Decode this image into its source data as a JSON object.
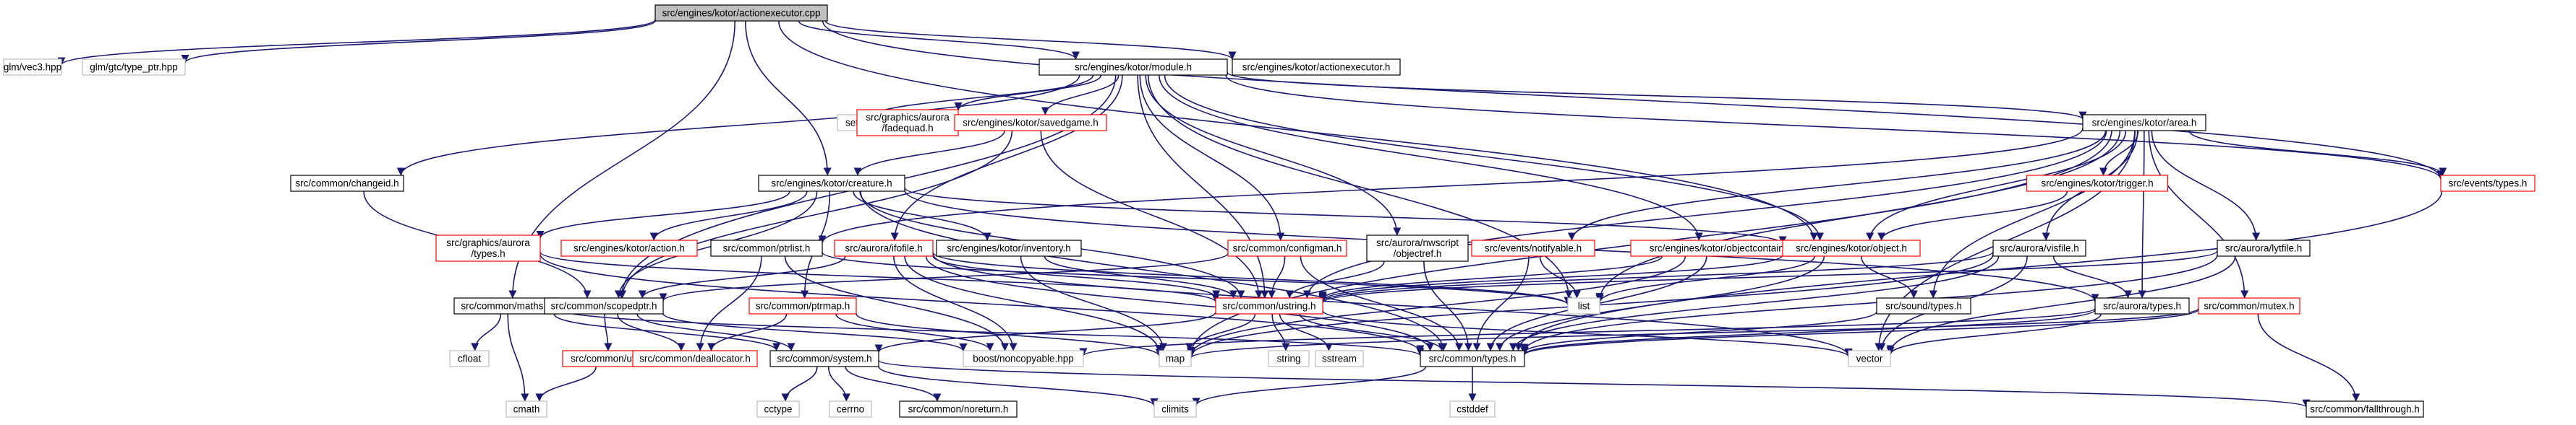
{
  "colors": {
    "edge": "#191970",
    "root_fill": "#bfbfbf",
    "root_stroke": "#000000",
    "documented_stroke": "#000000",
    "undocumented_stroke": "#ff0000",
    "external_stroke": "#bfbfbf",
    "node_fill": "#ffffff"
  },
  "nodes": [
    {
      "id": "root",
      "lines": [
        "src/engines/kotor/actionexecutor.cpp"
      ],
      "style": "root"
    },
    {
      "id": "glm_vec3",
      "lines": [
        "glm/vec3.hpp"
      ],
      "style": "external"
    },
    {
      "id": "glm_type_ptr",
      "lines": [
        "glm/gtc/type_ptr.hpp"
      ],
      "style": "external"
    },
    {
      "id": "module_h",
      "lines": [
        "src/engines/kotor/module.h"
      ],
      "style": "documented"
    },
    {
      "id": "actionexecutor_h",
      "lines": [
        "src/engines/kotor/actionexecutor.h"
      ],
      "style": "documented"
    },
    {
      "id": "set",
      "lines": [
        "set"
      ],
      "style": "external"
    },
    {
      "id": "fadequad_h",
      "lines": [
        "src/graphics/aurora",
        "/fadequad.h"
      ],
      "style": "undocumented"
    },
    {
      "id": "savedgame_h",
      "lines": [
        "src/engines/kotor/savedgame.h"
      ],
      "style": "undocumented"
    },
    {
      "id": "area_h",
      "lines": [
        "src/engines/kotor/area.h"
      ],
      "style": "documented"
    },
    {
      "id": "changeid_h",
      "lines": [
        "src/common/changeid.h"
      ],
      "style": "documented"
    },
    {
      "id": "creature_h",
      "lines": [
        "src/engines/kotor/creature.h"
      ],
      "style": "documented"
    },
    {
      "id": "trigger_h",
      "lines": [
        "src/engines/kotor/trigger.h"
      ],
      "style": "undocumented"
    },
    {
      "id": "events_types_h",
      "lines": [
        "src/events/types.h"
      ],
      "style": "undocumented"
    },
    {
      "id": "aurora_types_h_gfx",
      "lines": [
        "src/graphics/aurora",
        "/types.h"
      ],
      "style": "undocumented"
    },
    {
      "id": "action_h",
      "lines": [
        "src/engines/kotor/action.h"
      ],
      "style": "undocumented"
    },
    {
      "id": "ptrlist_h",
      "lines": [
        "src/common/ptrlist.h"
      ],
      "style": "documented"
    },
    {
      "id": "ifofile_h",
      "lines": [
        "src/aurora/ifofile.h"
      ],
      "style": "undocumented"
    },
    {
      "id": "inventory_h",
      "lines": [
        "src/engines/kotor/inventory.h"
      ],
      "style": "documented"
    },
    {
      "id": "configman_h",
      "lines": [
        "src/common/configman.h"
      ],
      "style": "undocumented"
    },
    {
      "id": "objectref_h",
      "lines": [
        "src/aurora/nwscript",
        "/objectref.h"
      ],
      "style": "documented"
    },
    {
      "id": "notifyable_h",
      "lines": [
        "src/events/notifyable.h"
      ],
      "style": "undocumented"
    },
    {
      "id": "objectcontainer_h",
      "lines": [
        "src/engines/kotor/objectcontainer.h"
      ],
      "style": "undocumented"
    },
    {
      "id": "object_h",
      "lines": [
        "src/engines/kotor/object.h"
      ],
      "style": "undocumented"
    },
    {
      "id": "visfile_h",
      "lines": [
        "src/aurora/visfile.h"
      ],
      "style": "documented"
    },
    {
      "id": "lytfile_h",
      "lines": [
        "src/aurora/lytfile.h"
      ],
      "style": "documented"
    },
    {
      "id": "maths_h",
      "lines": [
        "src/common/maths.h"
      ],
      "style": "documented"
    },
    {
      "id": "scopedptr_h",
      "lines": [
        "src/common/scopedptr.h"
      ],
      "style": "documented"
    },
    {
      "id": "ptrmap_h",
      "lines": [
        "src/common/ptrmap.h"
      ],
      "style": "undocumented"
    },
    {
      "id": "ustring_h",
      "lines": [
        "src/common/ustring.h"
      ],
      "style": "undocumented"
    },
    {
      "id": "list",
      "lines": [
        "list"
      ],
      "style": "external"
    },
    {
      "id": "sound_types_h",
      "lines": [
        "src/sound/types.h"
      ],
      "style": "documented"
    },
    {
      "id": "aurora_types_h",
      "lines": [
        "src/aurora/types.h"
      ],
      "style": "documented"
    },
    {
      "id": "mutex_h",
      "lines": [
        "src/common/mutex.h"
      ],
      "style": "undocumented"
    },
    {
      "id": "cfloat",
      "lines": [
        "cfloat"
      ],
      "style": "external"
    },
    {
      "id": "util_h",
      "lines": [
        "src/common/util.h"
      ],
      "style": "undocumented"
    },
    {
      "id": "deallocator_h",
      "lines": [
        "src/common/deallocator.h"
      ],
      "style": "undocumented"
    },
    {
      "id": "system_h",
      "lines": [
        "src/common/system.h"
      ],
      "style": "documented"
    },
    {
      "id": "noncopyable",
      "lines": [
        "boost/noncopyable.hpp"
      ],
      "style": "external"
    },
    {
      "id": "map",
      "lines": [
        "map"
      ],
      "style": "external"
    },
    {
      "id": "string",
      "lines": [
        "string"
      ],
      "style": "external"
    },
    {
      "id": "sstream",
      "lines": [
        "sstream"
      ],
      "style": "external"
    },
    {
      "id": "common_types_h",
      "lines": [
        "src/common/types.h"
      ],
      "style": "documented"
    },
    {
      "id": "vector",
      "lines": [
        "vector"
      ],
      "style": "external"
    },
    {
      "id": "cmath",
      "lines": [
        "cmath"
      ],
      "style": "external"
    },
    {
      "id": "cctype",
      "lines": [
        "cctype"
      ],
      "style": "external"
    },
    {
      "id": "cerrno",
      "lines": [
        "cerrno"
      ],
      "style": "external"
    },
    {
      "id": "noreturn_h",
      "lines": [
        "src/common/noreturn.h"
      ],
      "style": "documented"
    },
    {
      "id": "climits",
      "lines": [
        "climits"
      ],
      "style": "external"
    },
    {
      "id": "cstddef",
      "lines": [
        "cstddef"
      ],
      "style": "external"
    },
    {
      "id": "fallthrough_h",
      "lines": [
        "src/common/fallthrough.h"
      ],
      "style": "documented"
    }
  ],
  "edges": [
    [
      "root",
      "glm_vec3"
    ],
    [
      "root",
      "glm_type_ptr"
    ],
    [
      "root",
      "module_h"
    ],
    [
      "root",
      "actionexecutor_h"
    ],
    [
      "root",
      "creature_h"
    ],
    [
      "root",
      "maths_h"
    ],
    [
      "root",
      "object_h"
    ],
    [
      "root",
      "events_types_h"
    ],
    [
      "module_h",
      "set"
    ],
    [
      "module_h",
      "fadequad_h"
    ],
    [
      "module_h",
      "savedgame_h"
    ],
    [
      "module_h",
      "area_h"
    ],
    [
      "module_h",
      "changeid_h"
    ],
    [
      "module_h",
      "scopedptr_h"
    ],
    [
      "module_h",
      "ifofile_h"
    ],
    [
      "module_h",
      "configman_h"
    ],
    [
      "module_h",
      "objectref_h"
    ],
    [
      "module_h",
      "objectcontainer_h"
    ],
    [
      "module_h",
      "ustring_h"
    ],
    [
      "module_h",
      "list"
    ],
    [
      "module_h",
      "events_types_h"
    ],
    [
      "module_h",
      "object_h"
    ],
    [
      "savedgame_h",
      "creature_h"
    ],
    [
      "savedgame_h",
      "ustring_h"
    ],
    [
      "savedgame_h",
      "scopedptr_h"
    ],
    [
      "changeid_h",
      "scopedptr_h"
    ],
    [
      "area_h",
      "ptrlist_h"
    ],
    [
      "area_h",
      "trigger_h"
    ],
    [
      "area_h",
      "object_h"
    ],
    [
      "area_h",
      "visfile_h"
    ],
    [
      "area_h",
      "lytfile_h"
    ],
    [
      "area_h",
      "events_types_h"
    ],
    [
      "area_h",
      "notifyable_h"
    ],
    [
      "area_h",
      "mutex_h"
    ],
    [
      "area_h",
      "ustring_h"
    ],
    [
      "area_h",
      "list"
    ],
    [
      "area_h",
      "map"
    ],
    [
      "area_h",
      "vector"
    ],
    [
      "area_h",
      "sound_types_h"
    ],
    [
      "area_h",
      "aurora_types_h"
    ],
    [
      "creature_h",
      "aurora_types_h_gfx"
    ],
    [
      "creature_h",
      "action_h"
    ],
    [
      "creature_h",
      "inventory_h"
    ],
    [
      "creature_h",
      "object_h"
    ],
    [
      "creature_h",
      "scopedptr_h"
    ],
    [
      "creature_h",
      "ptrmap_h"
    ],
    [
      "creature_h",
      "ustring_h"
    ],
    [
      "creature_h",
      "common_types_h"
    ],
    [
      "creature_h",
      "aurora_types_h"
    ],
    [
      "trigger_h",
      "object_h"
    ],
    [
      "aurora_types_h_gfx",
      "common_types_h"
    ],
    [
      "aurora_types_h_gfx",
      "ustring_h"
    ],
    [
      "ptrlist_h",
      "noncopyable"
    ],
    [
      "ptrlist_h",
      "deallocator_h"
    ],
    [
      "ptrlist_h",
      "list"
    ],
    [
      "ifofile_h",
      "noncopyable"
    ],
    [
      "ifofile_h",
      "map"
    ],
    [
      "ifofile_h",
      "scopedptr_h"
    ],
    [
      "ifofile_h",
      "ustring_h"
    ],
    [
      "ifofile_h",
      "vector"
    ],
    [
      "ifofile_h",
      "common_types_h"
    ],
    [
      "ifofile_h",
      "list"
    ],
    [
      "inventory_h",
      "map"
    ],
    [
      "inventory_h",
      "ustring_h"
    ],
    [
      "configman_h",
      "ustring_h"
    ],
    [
      "configman_h",
      "common_types_h"
    ],
    [
      "configman_h",
      "scopedptr_h"
    ],
    [
      "objectref_h",
      "common_types_h"
    ],
    [
      "objectref_h",
      "ustring_h"
    ],
    [
      "notifyable_h",
      "list"
    ],
    [
      "notifyable_h",
      "common_types_h"
    ],
    [
      "objectcontainer_h",
      "common_types_h"
    ],
    [
      "objectcontainer_h",
      "map"
    ],
    [
      "objectcontainer_h",
      "ustring_h"
    ],
    [
      "object_h",
      "list"
    ],
    [
      "object_h",
      "sound_types_h"
    ],
    [
      "object_h",
      "ustring_h"
    ],
    [
      "object_h",
      "common_types_h"
    ],
    [
      "visfile_h",
      "vector"
    ],
    [
      "visfile_h",
      "map"
    ],
    [
      "visfile_h",
      "aurora_types_h"
    ],
    [
      "visfile_h",
      "ustring_h"
    ],
    [
      "visfile_h",
      "common_types_h"
    ],
    [
      "lytfile_h",
      "vector"
    ],
    [
      "lytfile_h",
      "ustring_h"
    ],
    [
      "lytfile_h",
      "common_types_h"
    ],
    [
      "maths_h",
      "cfloat"
    ],
    [
      "maths_h",
      "cmath"
    ],
    [
      "maths_h",
      "system_h"
    ],
    [
      "maths_h",
      "common_types_h"
    ],
    [
      "scopedptr_h",
      "util_h"
    ],
    [
      "scopedptr_h",
      "deallocator_h"
    ],
    [
      "scopedptr_h",
      "system_h"
    ],
    [
      "scopedptr_h",
      "noncopyable"
    ],
    [
      "ptrmap_h",
      "map"
    ],
    [
      "ptrmap_h",
      "deallocator_h"
    ],
    [
      "ptrmap_h",
      "noncopyable"
    ],
    [
      "util_h",
      "cmath"
    ],
    [
      "ustring_h",
      "string"
    ],
    [
      "ustring_h",
      "sstream"
    ],
    [
      "ustring_h",
      "map"
    ],
    [
      "ustring_h",
      "vector"
    ],
    [
      "ustring_h",
      "common_types_h"
    ],
    [
      "ustring_h",
      "system_h"
    ],
    [
      "sound_types_h",
      "common_types_h"
    ],
    [
      "aurora_types_h",
      "vector"
    ],
    [
      "aurora_types_h",
      "common_types_h"
    ],
    [
      "aurora_types_h",
      "noncopyable"
    ],
    [
      "mutex_h",
      "fallthrough_h"
    ],
    [
      "mutex_h",
      "map"
    ],
    [
      "mutex_h",
      "common_types_h"
    ],
    [
      "events_types_h",
      "common_types_h"
    ],
    [
      "system_h",
      "cctype"
    ],
    [
      "system_h",
      "cerrno"
    ],
    [
      "system_h",
      "noreturn_h"
    ],
    [
      "system_h",
      "climits"
    ],
    [
      "system_h",
      "fallthrough_h"
    ],
    [
      "common_types_h",
      "climits"
    ],
    [
      "common_types_h",
      "cstddef"
    ]
  ]
}
